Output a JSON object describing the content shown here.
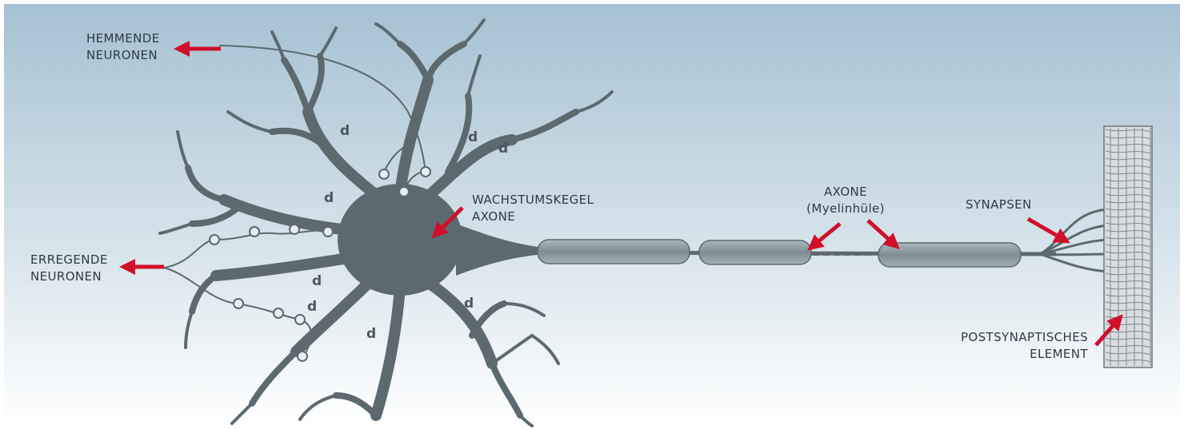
{
  "colors": {
    "background_top": "#a6c1d2",
    "background_bottom": "#ffffff",
    "neuron": "#5c6a70",
    "arrow": "#d0102a",
    "text": "#2f3a46"
  },
  "labels": {
    "inhibitory": [
      "HEMMENDE",
      "NEURONEN"
    ],
    "excitatory": [
      "ERREGENDE",
      "NEURONEN"
    ],
    "growth_cone": [
      "WACHSTUMSKEGEL",
      "AXONE"
    ],
    "axon": [
      "AXONE",
      "(Myelinhüle)"
    ],
    "synapses": [
      "SYNAPSEN"
    ],
    "postsynaptic": [
      "POSTSYNAPTISCHES",
      "ELEMENT"
    ]
  },
  "dendrite_marks": [
    "d",
    "d",
    "d",
    "d",
    "d",
    "d",
    "d",
    "d"
  ]
}
